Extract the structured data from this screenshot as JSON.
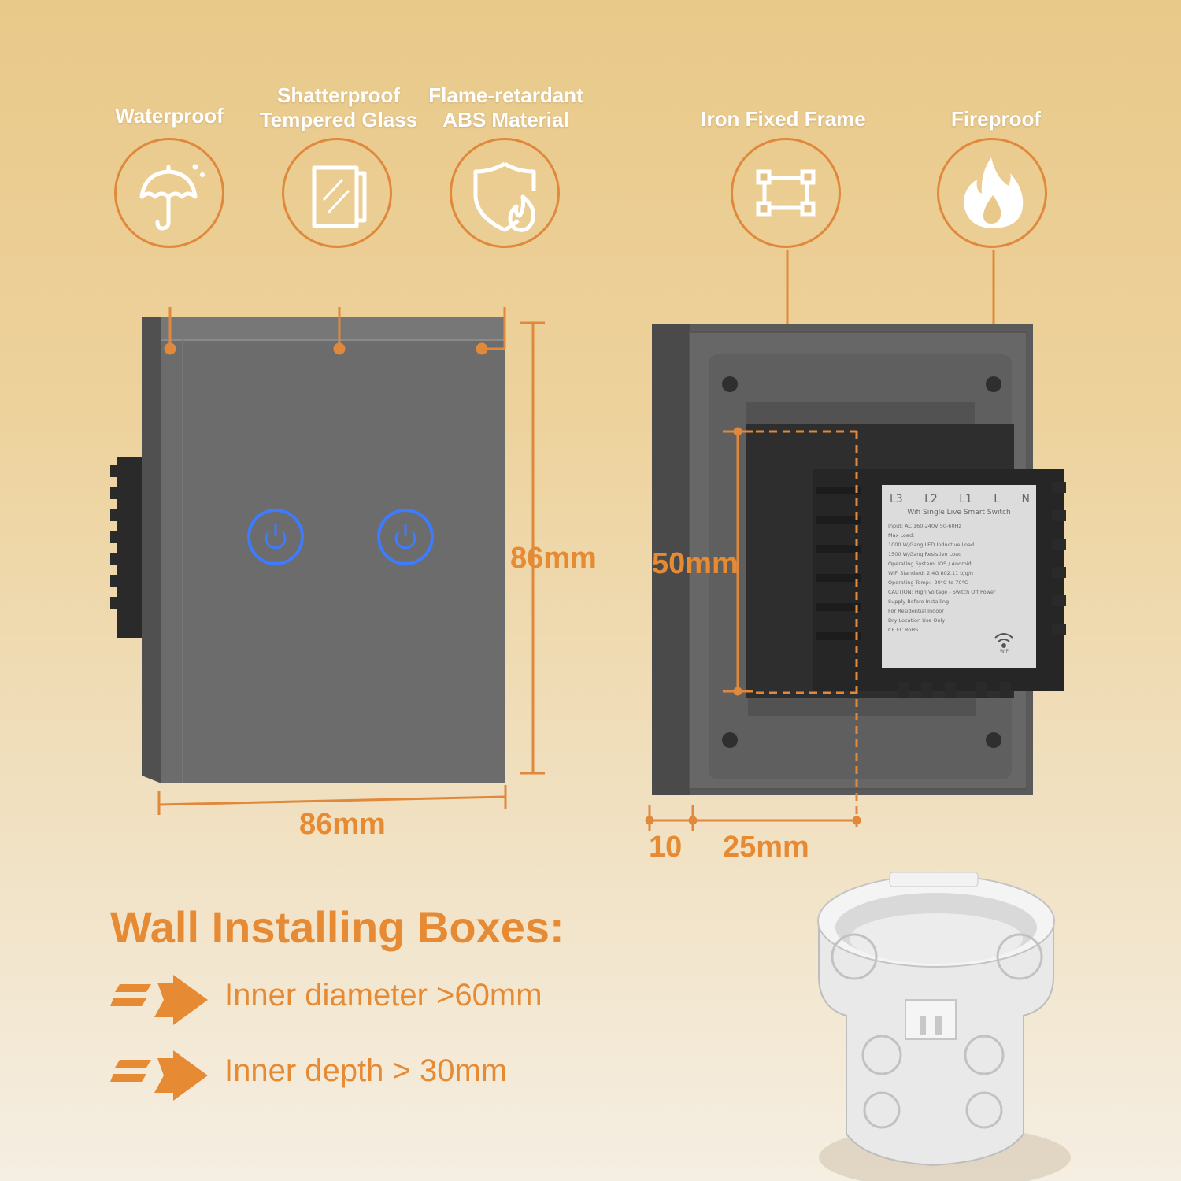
{
  "features": [
    {
      "label_line1": "Waterproof",
      "label_line2": "",
      "icon": "umbrella-icon"
    },
    {
      "label_line1": "Shatterproof",
      "label_line2": "Tempered Glass",
      "icon": "glass-panel-icon"
    },
    {
      "label_line1": "Flame-retardant",
      "label_line2": "ABS Material",
      "icon": "shield-flame-icon"
    },
    {
      "label_line1": "Iron Fixed Frame",
      "label_line2": "",
      "icon": "frame-icon"
    },
    {
      "label_line1": "Fireproof",
      "label_line2": "",
      "icon": "flame-icon"
    }
  ],
  "dimensions": {
    "front_height": "86mm",
    "front_width": "86mm",
    "module_height": "50mm",
    "plate_depth": "10",
    "module_depth": "25mm"
  },
  "back_label": {
    "terminals": [
      "L3",
      "L2",
      "L1",
      "L",
      "N"
    ],
    "title": "Wifi Single Live Smart Switch",
    "lines": [
      "Input: AC 160-240V 50-60Hz",
      "Max Load:",
      "1000 W/Gang LED Inductive Load",
      "1500 W/Gang Resistive Load",
      "Operating System: IOS / Android",
      "WiFi Standard: 2.4G 802.11 b/g/n",
      "Operating Temp: -20°C to 70°C",
      "CAUTION: High Voltage - Switch Off Power",
      "Supply Before Installing",
      "For Residential Indoor",
      "Dry Location Use Only",
      "CE FC RoHS"
    ],
    "wifi_caption": "WiFi"
  },
  "wall_boxes": {
    "title": "Wall Installing Boxes:",
    "requirements": [
      "Inner diameter >60mm",
      "Inner depth > 30mm"
    ]
  },
  "colors": {
    "accent": "#e68a33",
    "circle": "#e0893c",
    "panel": "#6c6c6c",
    "touch_ring": "#3d7bff"
  }
}
